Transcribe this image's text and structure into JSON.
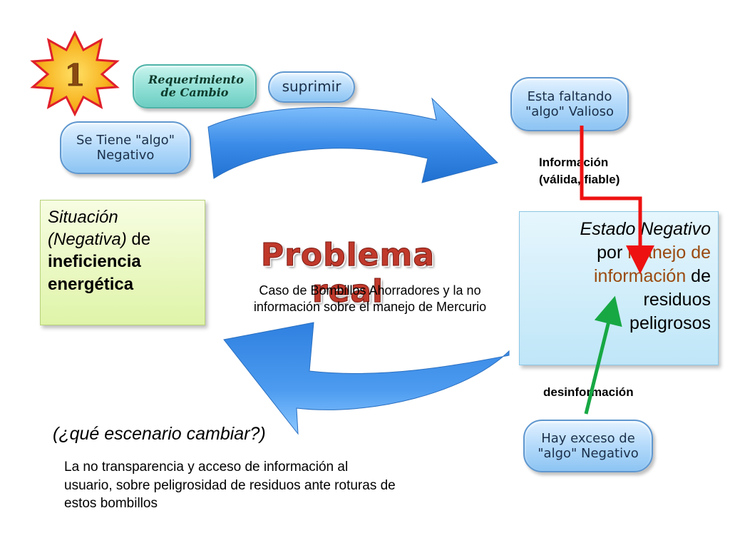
{
  "badge": {
    "number": "1"
  },
  "buttons": {
    "requerimiento": "Requerimiento de Cambio",
    "suprimir": "suprimir"
  },
  "nodes": {
    "se_tiene": "Se Tiene \"algo\" Negativo",
    "esta_faltando": "Esta faltando \"algo\" Valioso",
    "hay_exceso": "Hay exceso de \"algo\" Negativo"
  },
  "situacion": {
    "line1": "Situación",
    "line2_italic": "(Negativa)",
    "line2_rest": " de",
    "line3": "ineficiencia",
    "line4": "energética"
  },
  "estado": {
    "line1": "Estado Negativo",
    "por": "por ",
    "manejo": "manejo de",
    "informacion": "información",
    "de": " de",
    "line4": "residuos",
    "line5": "peligrosos"
  },
  "title": "Problema real",
  "case_text": "Caso de Bombillos Ahorradores y la no información sobre el manejo de Mercurio",
  "labels": {
    "informacion_line1": "Información",
    "informacion_line2": "(válida, fiable)",
    "desinformacion": "desinformación"
  },
  "question": "(¿qué escenario cambiar?)",
  "bottom_text": "La no transparencia y acceso de información al usuario, sobre peligrosidad de residuos ante roturas de estos bombillos",
  "colors": {
    "arrow_red": "#ee1111",
    "arrow_green": "#17a844",
    "arrow_blue": "#3a8be8",
    "title_red": "#c0392b",
    "badge_orange": "#f5a623"
  }
}
